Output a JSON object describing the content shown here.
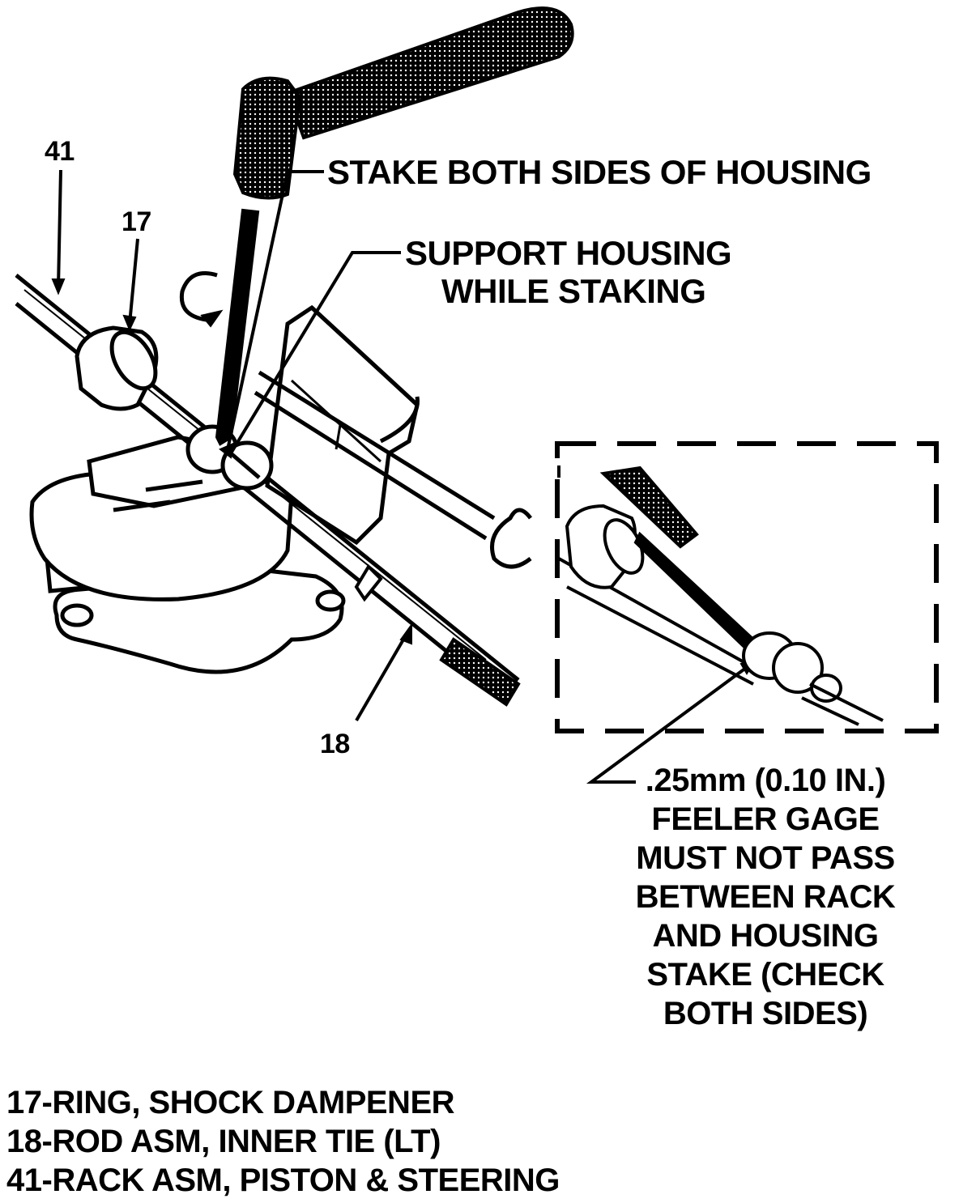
{
  "callouts": {
    "stake": "STAKE BOTH SIDES OF HOUSING",
    "support_line1": "SUPPORT HOUSING",
    "support_line2": "WHILE STAKING",
    "gage_lines": [
      ".25mm (0.10 IN.)",
      "FEELER GAGE",
      "MUST NOT PASS",
      "BETWEEN RACK",
      "AND HOUSING",
      "STAKE (CHECK",
      "BOTH SIDES)"
    ]
  },
  "part_numbers": {
    "rack": "41",
    "ring": "17",
    "rod": "18"
  },
  "legend": [
    "17-RING, SHOCK DAMPENER",
    "18-ROD ASM, INNER TIE (LT)",
    "41-RACK ASM, PISTON & STEERING"
  ]
}
